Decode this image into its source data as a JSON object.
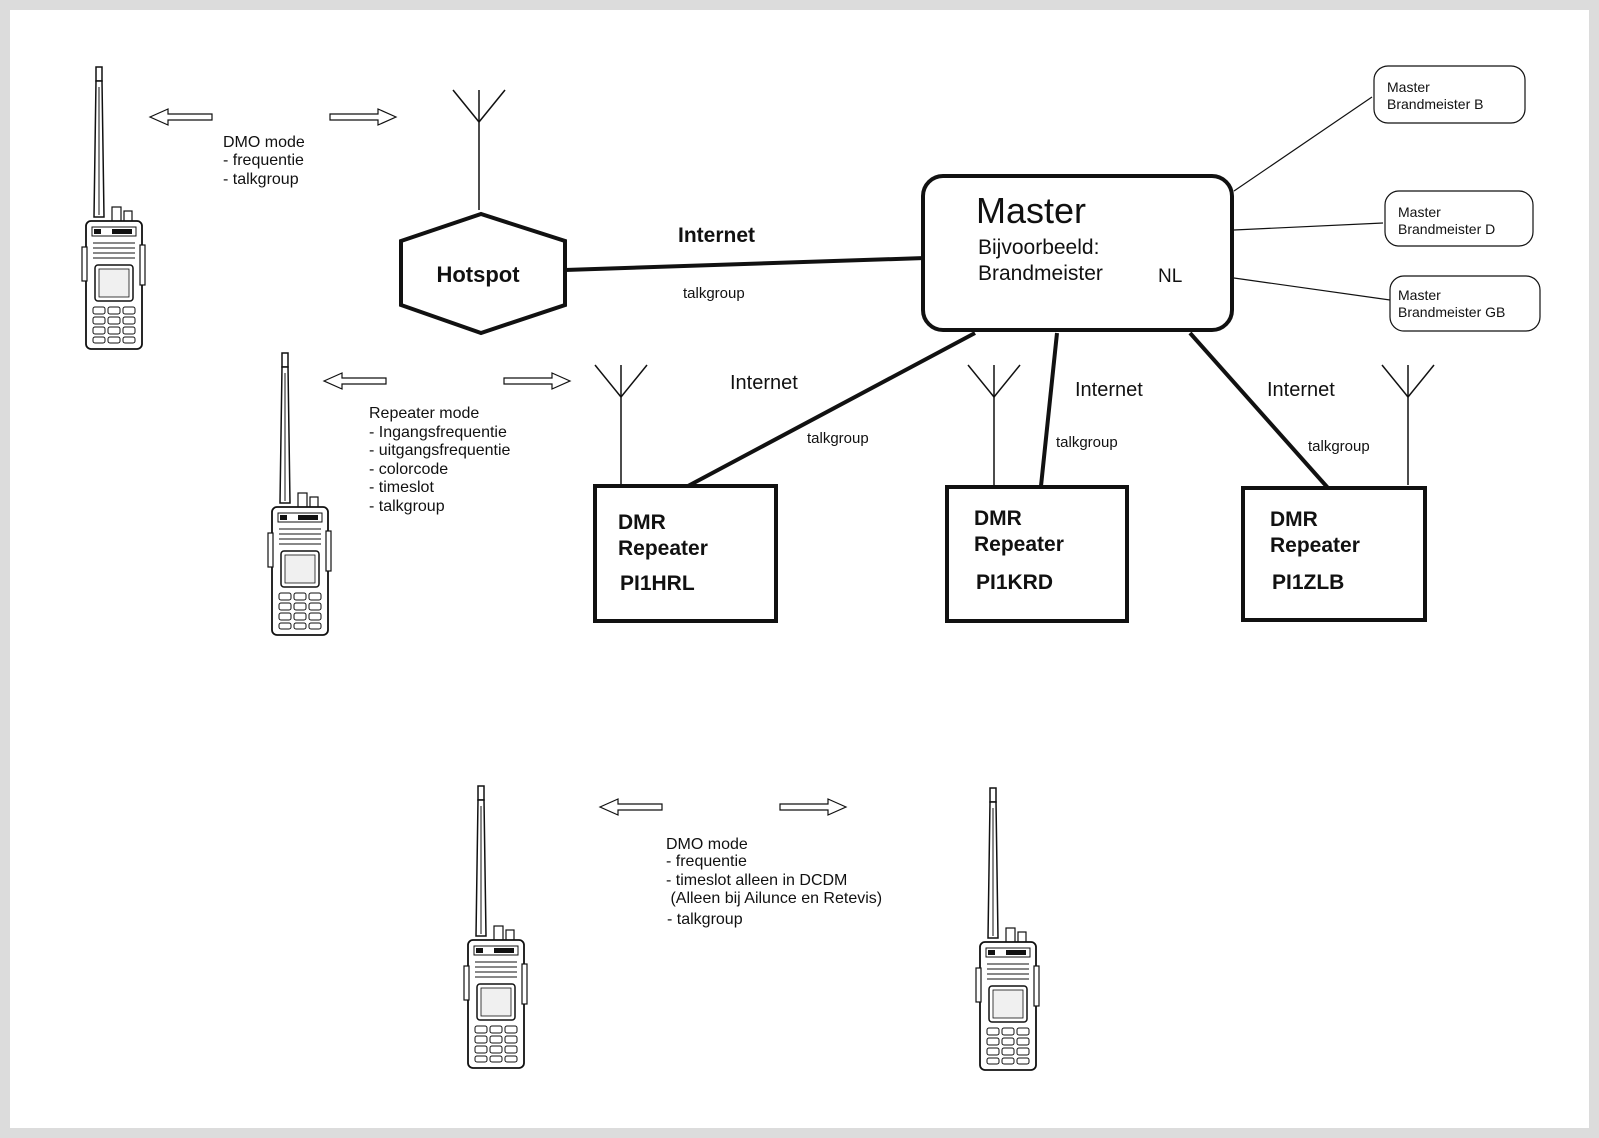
{
  "hotspot": {
    "label": "Hotspot"
  },
  "links": {
    "internet_hotspot": "Internet",
    "talkgroup_hotspot": "talkgroup",
    "internet_r1": "Internet",
    "talkgroup_r1": "talkgroup",
    "internet_r2": "Internet",
    "talkgroup_r2": "talkgroup",
    "internet_r3": "Internet",
    "talkgroup_r3": "talkgroup"
  },
  "master": {
    "title": "Master",
    "line1": "Bijvoorbeeld:",
    "line2": "Brandmeister",
    "country": "NL"
  },
  "other_masters": [
    {
      "line1": "Master",
      "line2": "Brandmeister B"
    },
    {
      "line1": "Master",
      "line2": "Brandmeister D"
    },
    {
      "line1": "Master",
      "line2": "Brandmeister GB"
    }
  ],
  "repeaters": [
    {
      "line1": "DMR",
      "line2": "Repeater",
      "callsign": "PI1HRL"
    },
    {
      "line1": "DMR",
      "line2": "Repeater",
      "callsign": "PI1KRD"
    },
    {
      "line1": "DMR",
      "line2": "Repeater",
      "callsign": "PI1ZLB"
    }
  ],
  "dmo_top": [
    "DMO mode",
    "- frequentie",
    "- talkgroup"
  ],
  "repeater_mode": [
    "Repeater mode",
    "- Ingangsfrequentie",
    "- uitgangsfrequentie",
    "- colorcode",
    "- timeslot",
    "- talkgroup"
  ],
  "dmo_bottom": [
    "DMO mode",
    "- frequentie",
    "- timeslot alleen in DCDM",
    " (Alleen bij Ailunce en Retevis)",
    "- talkgroup"
  ]
}
